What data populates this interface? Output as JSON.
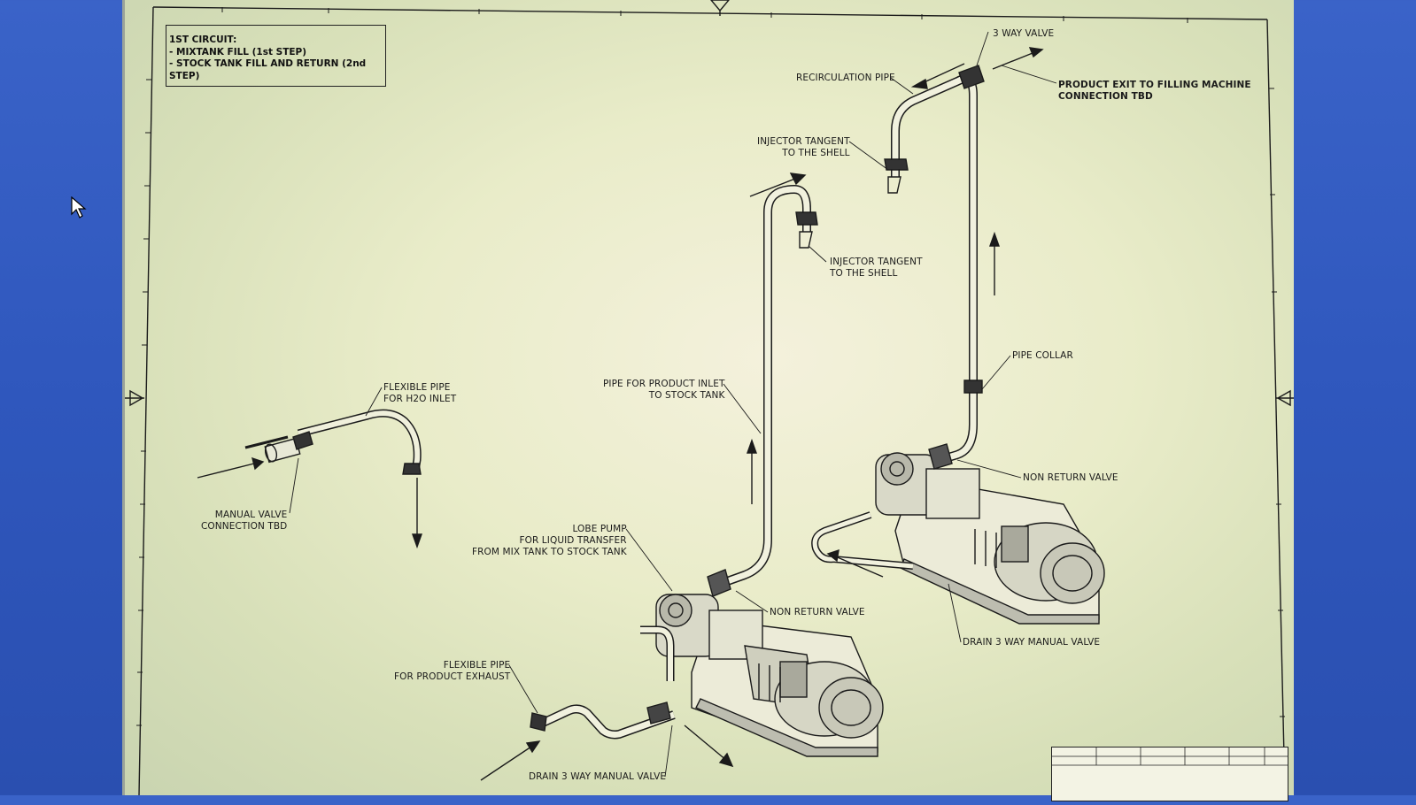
{
  "circuit_note": {
    "title": "1ST CIRCUIT:",
    "steps": [
      "- MIXTANK FILL (1st STEP)",
      "- STOCK TANK FILL AND RETURN (2nd STEP)"
    ]
  },
  "labels": {
    "three_way_valve": "3 WAY VALVE",
    "recirculation_pipe": "RECIRCULATION PIPE",
    "product_exit": "PRODUCT EXIT TO FILLING MACHINE\nCONNECTION TBD",
    "injector_tangent_1": "INJECTOR TANGENT\nTO THE SHELL",
    "injector_tangent_2": "INJECTOR TANGENT\nTO THE SHELL",
    "flexible_pipe_h2o": "FLEXIBLE PIPE\nFOR H2O INLET",
    "pipe_product_inlet": "PIPE FOR PRODUCT INLET\nTO STOCK TANK",
    "pipe_collar": "PIPE COLLAR",
    "non_return_valve_1": "NON RETURN VALVE",
    "manual_valve": "MANUAL VALVE\nCONNECTION TBD",
    "lobe_pump": "LOBE PUMP\nFOR LIQUID TRANSFER\nFROM MIX TANK TO STOCK TANK",
    "non_return_valve_2": "NON RETURN VALVE",
    "drain_valve_1": "DRAIN 3 WAY MANUAL VALVE",
    "flexible_pipe_exhaust": "FLEXIBLE PIPE\nFOR PRODUCT EXHAUST",
    "drain_valve_2": "DRAIN 3 WAY MANUAL VALVE"
  },
  "icons": [
    "mouse-cursor-icon",
    "arrow-icon",
    "lobe-pump-icon",
    "valve-icon"
  ]
}
